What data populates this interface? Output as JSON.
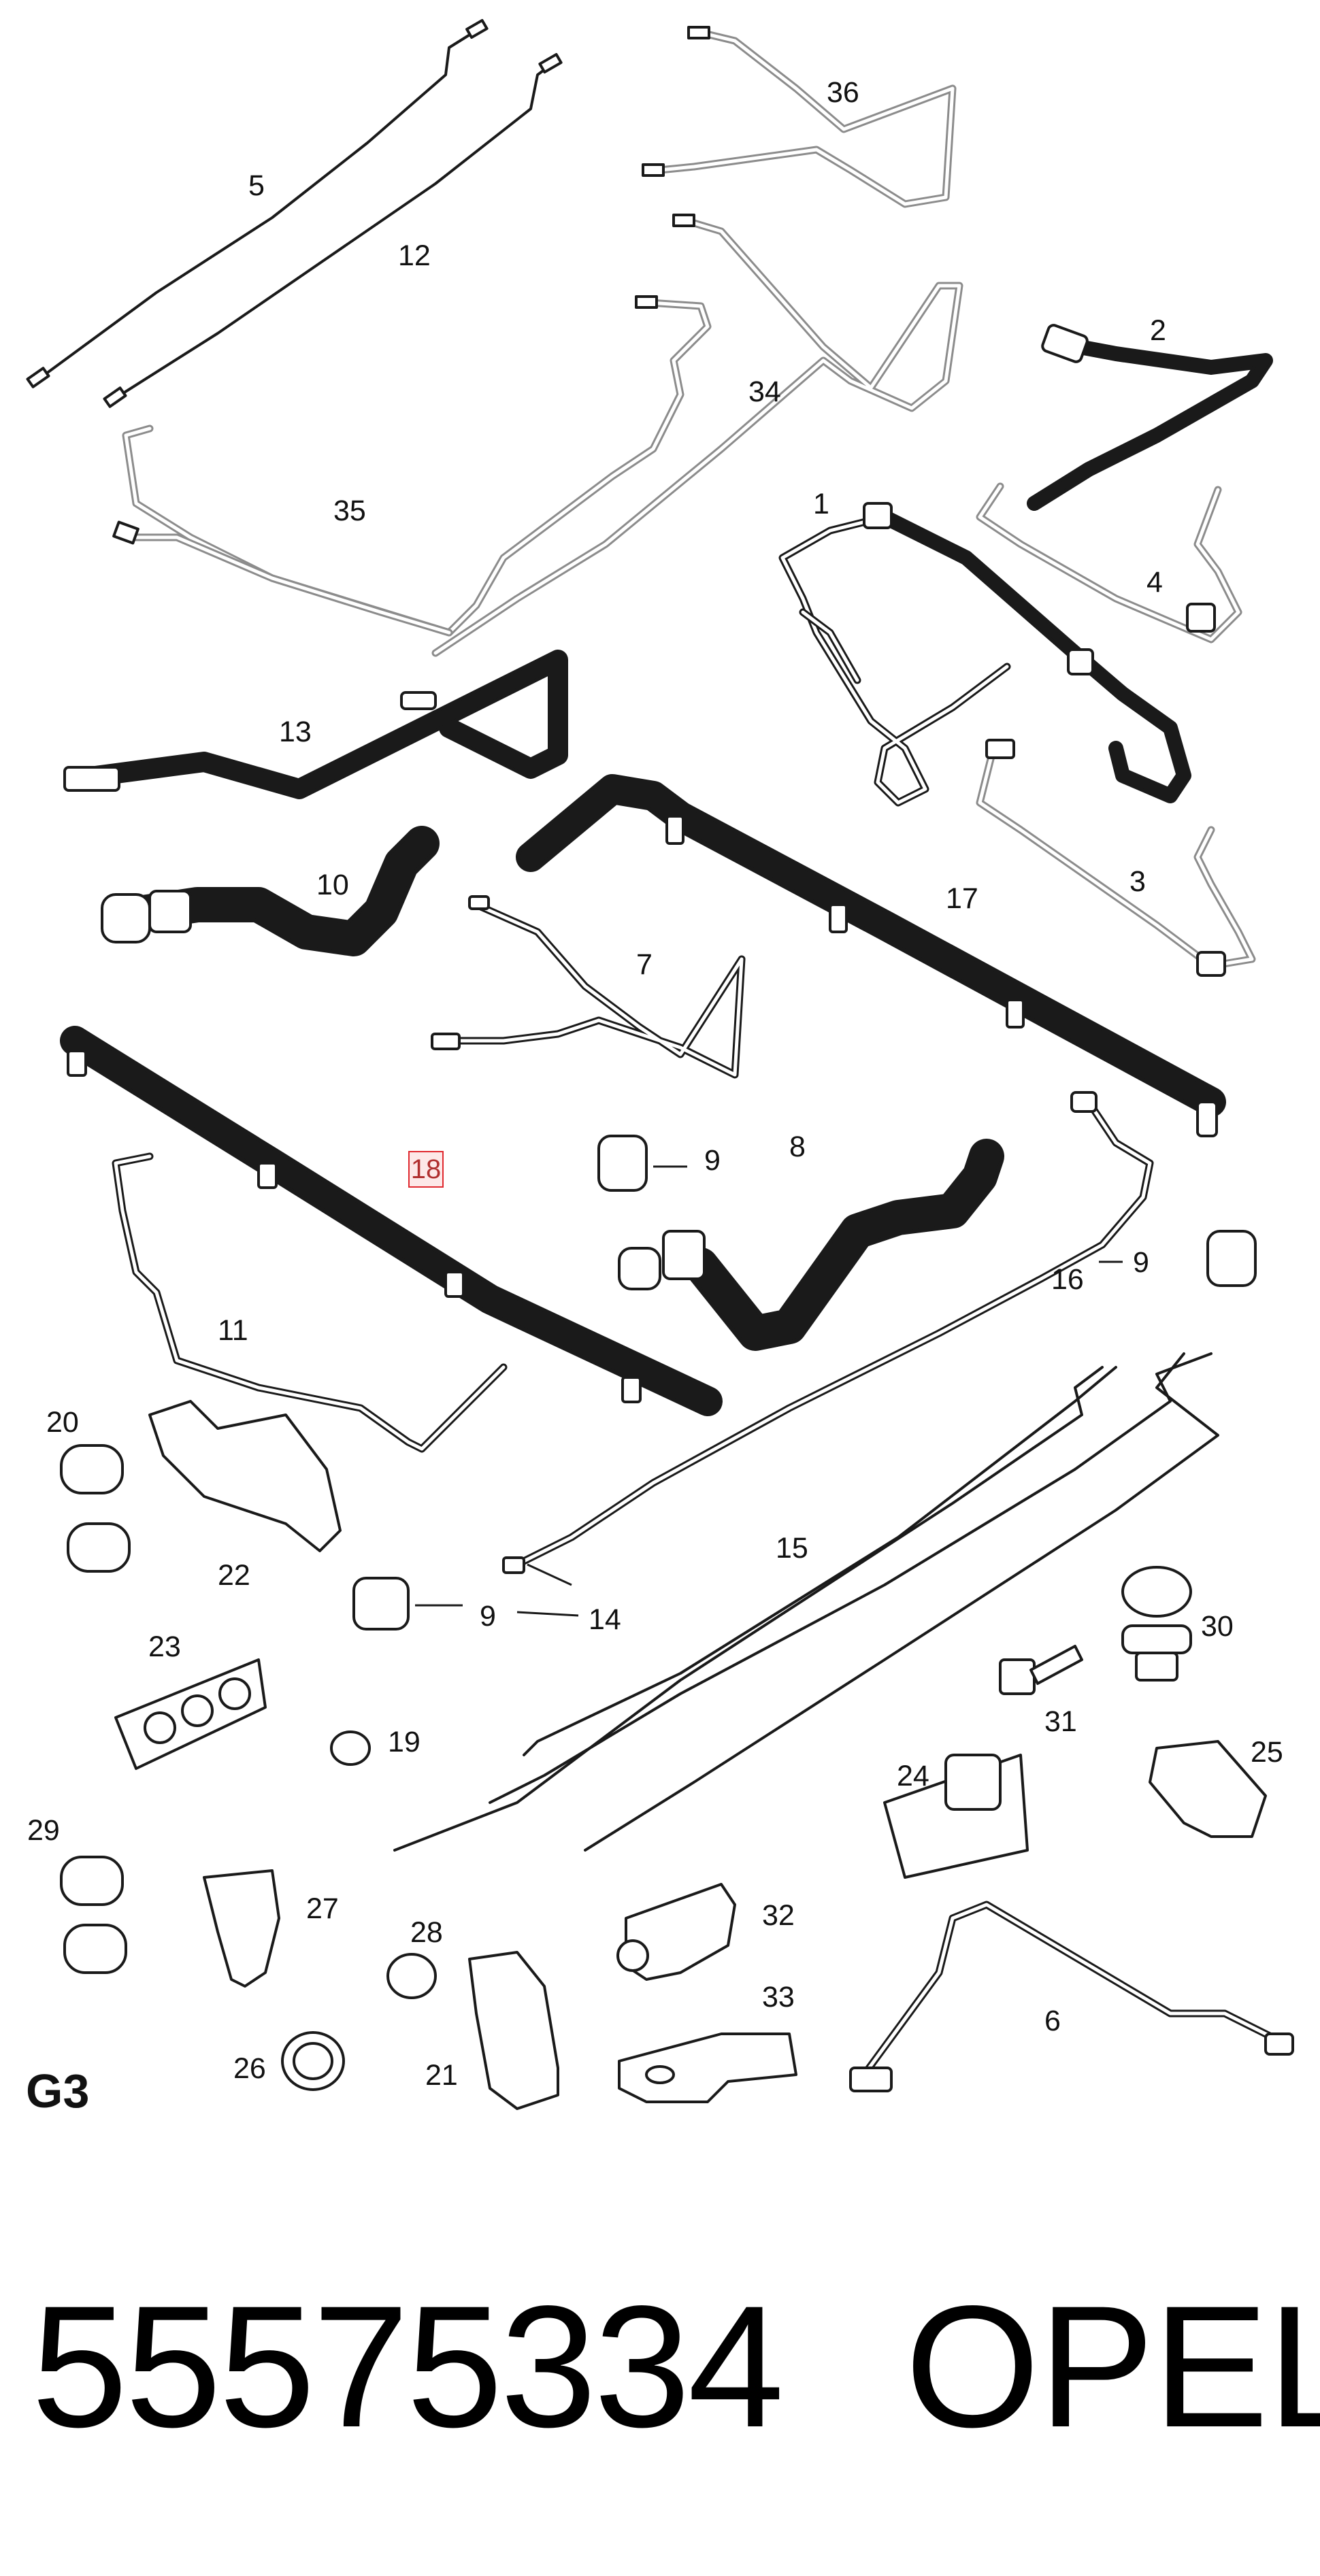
{
  "diagram": {
    "callouts": [
      "1",
      "2",
      "3",
      "4",
      "5",
      "6",
      "7",
      "8",
      "9",
      "10",
      "11",
      "12",
      "13",
      "14",
      "15",
      "16",
      "17",
      "18",
      "19",
      "20",
      "21",
      "22",
      "23",
      "24",
      "25",
      "26",
      "27",
      "28",
      "29",
      "30",
      "31",
      "32",
      "33",
      "34",
      "35",
      "36"
    ],
    "highlighted_callout": "18",
    "section_code": "G3"
  },
  "footer": {
    "part_number": "55575334",
    "brand": "OPEL"
  },
  "colors": {
    "highlight_border": "#e0282e",
    "highlight_fill": "#fde8e8",
    "line": "#1a1a1a"
  }
}
